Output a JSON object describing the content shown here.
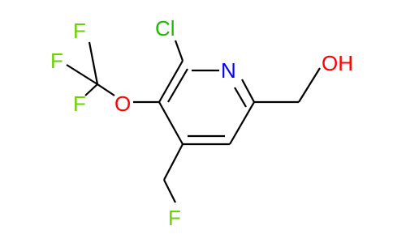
{
  "molecule": {
    "atoms": {
      "cl": {
        "symbol": "Cl",
        "color": "#1fb800"
      },
      "n": {
        "symbol": "N",
        "color": "#0000ff"
      },
      "o_ether": {
        "symbol": "O",
        "color": "#ff0000"
      },
      "o_hydroxyl": {
        "symbol": "OH",
        "color": "#ff0000"
      },
      "f1": {
        "symbol": "F",
        "color": "#6ad000"
      },
      "f2": {
        "symbol": "F",
        "color": "#6ad000"
      },
      "f3": {
        "symbol": "F",
        "color": "#6ad000"
      },
      "f4": {
        "symbol": "F",
        "color": "#6ad000"
      }
    }
  }
}
